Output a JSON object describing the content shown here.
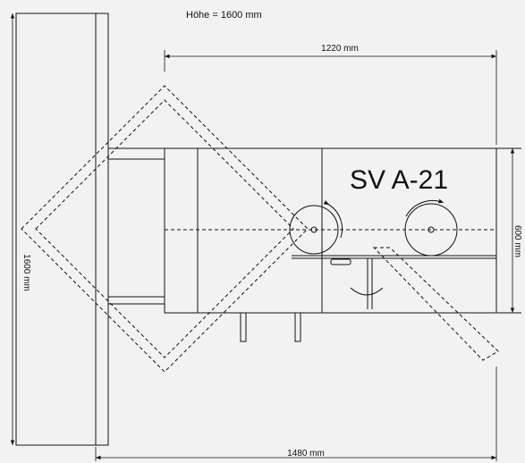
{
  "height_note": "Höhe = 1600 mm",
  "dim_top": "1220 mm",
  "dim_bottom": "1480 mm",
  "dim_left": "1600 mm",
  "dim_right": "600 mm",
  "model": "SV A-21",
  "colors": {
    "stroke": "#111111",
    "background": "#f2f2f2"
  }
}
